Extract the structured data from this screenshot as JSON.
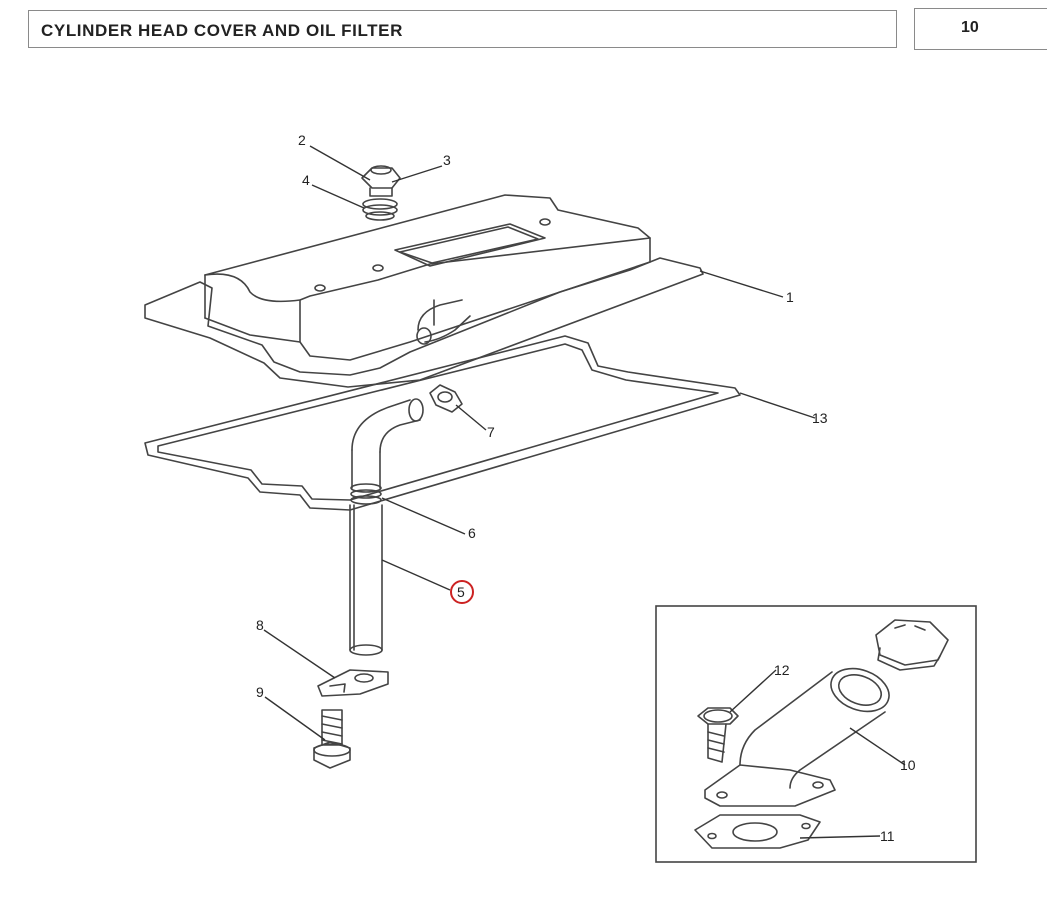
{
  "header": {
    "title": "CYLINDER HEAD COVER AND OIL FILTER",
    "page_number": "10"
  },
  "callouts": {
    "c1": "1",
    "c2": "2",
    "c3": "3",
    "c4": "4",
    "c5": "5",
    "c6": "6",
    "c7": "7",
    "c8": "8",
    "c9": "9",
    "c10": "10",
    "c11": "11",
    "c12": "12",
    "c13": "13"
  },
  "highlight": {
    "selected_callout": "5",
    "color": "#cc2222"
  },
  "colors": {
    "line": "#444444",
    "frame": "#8a8a8a"
  }
}
